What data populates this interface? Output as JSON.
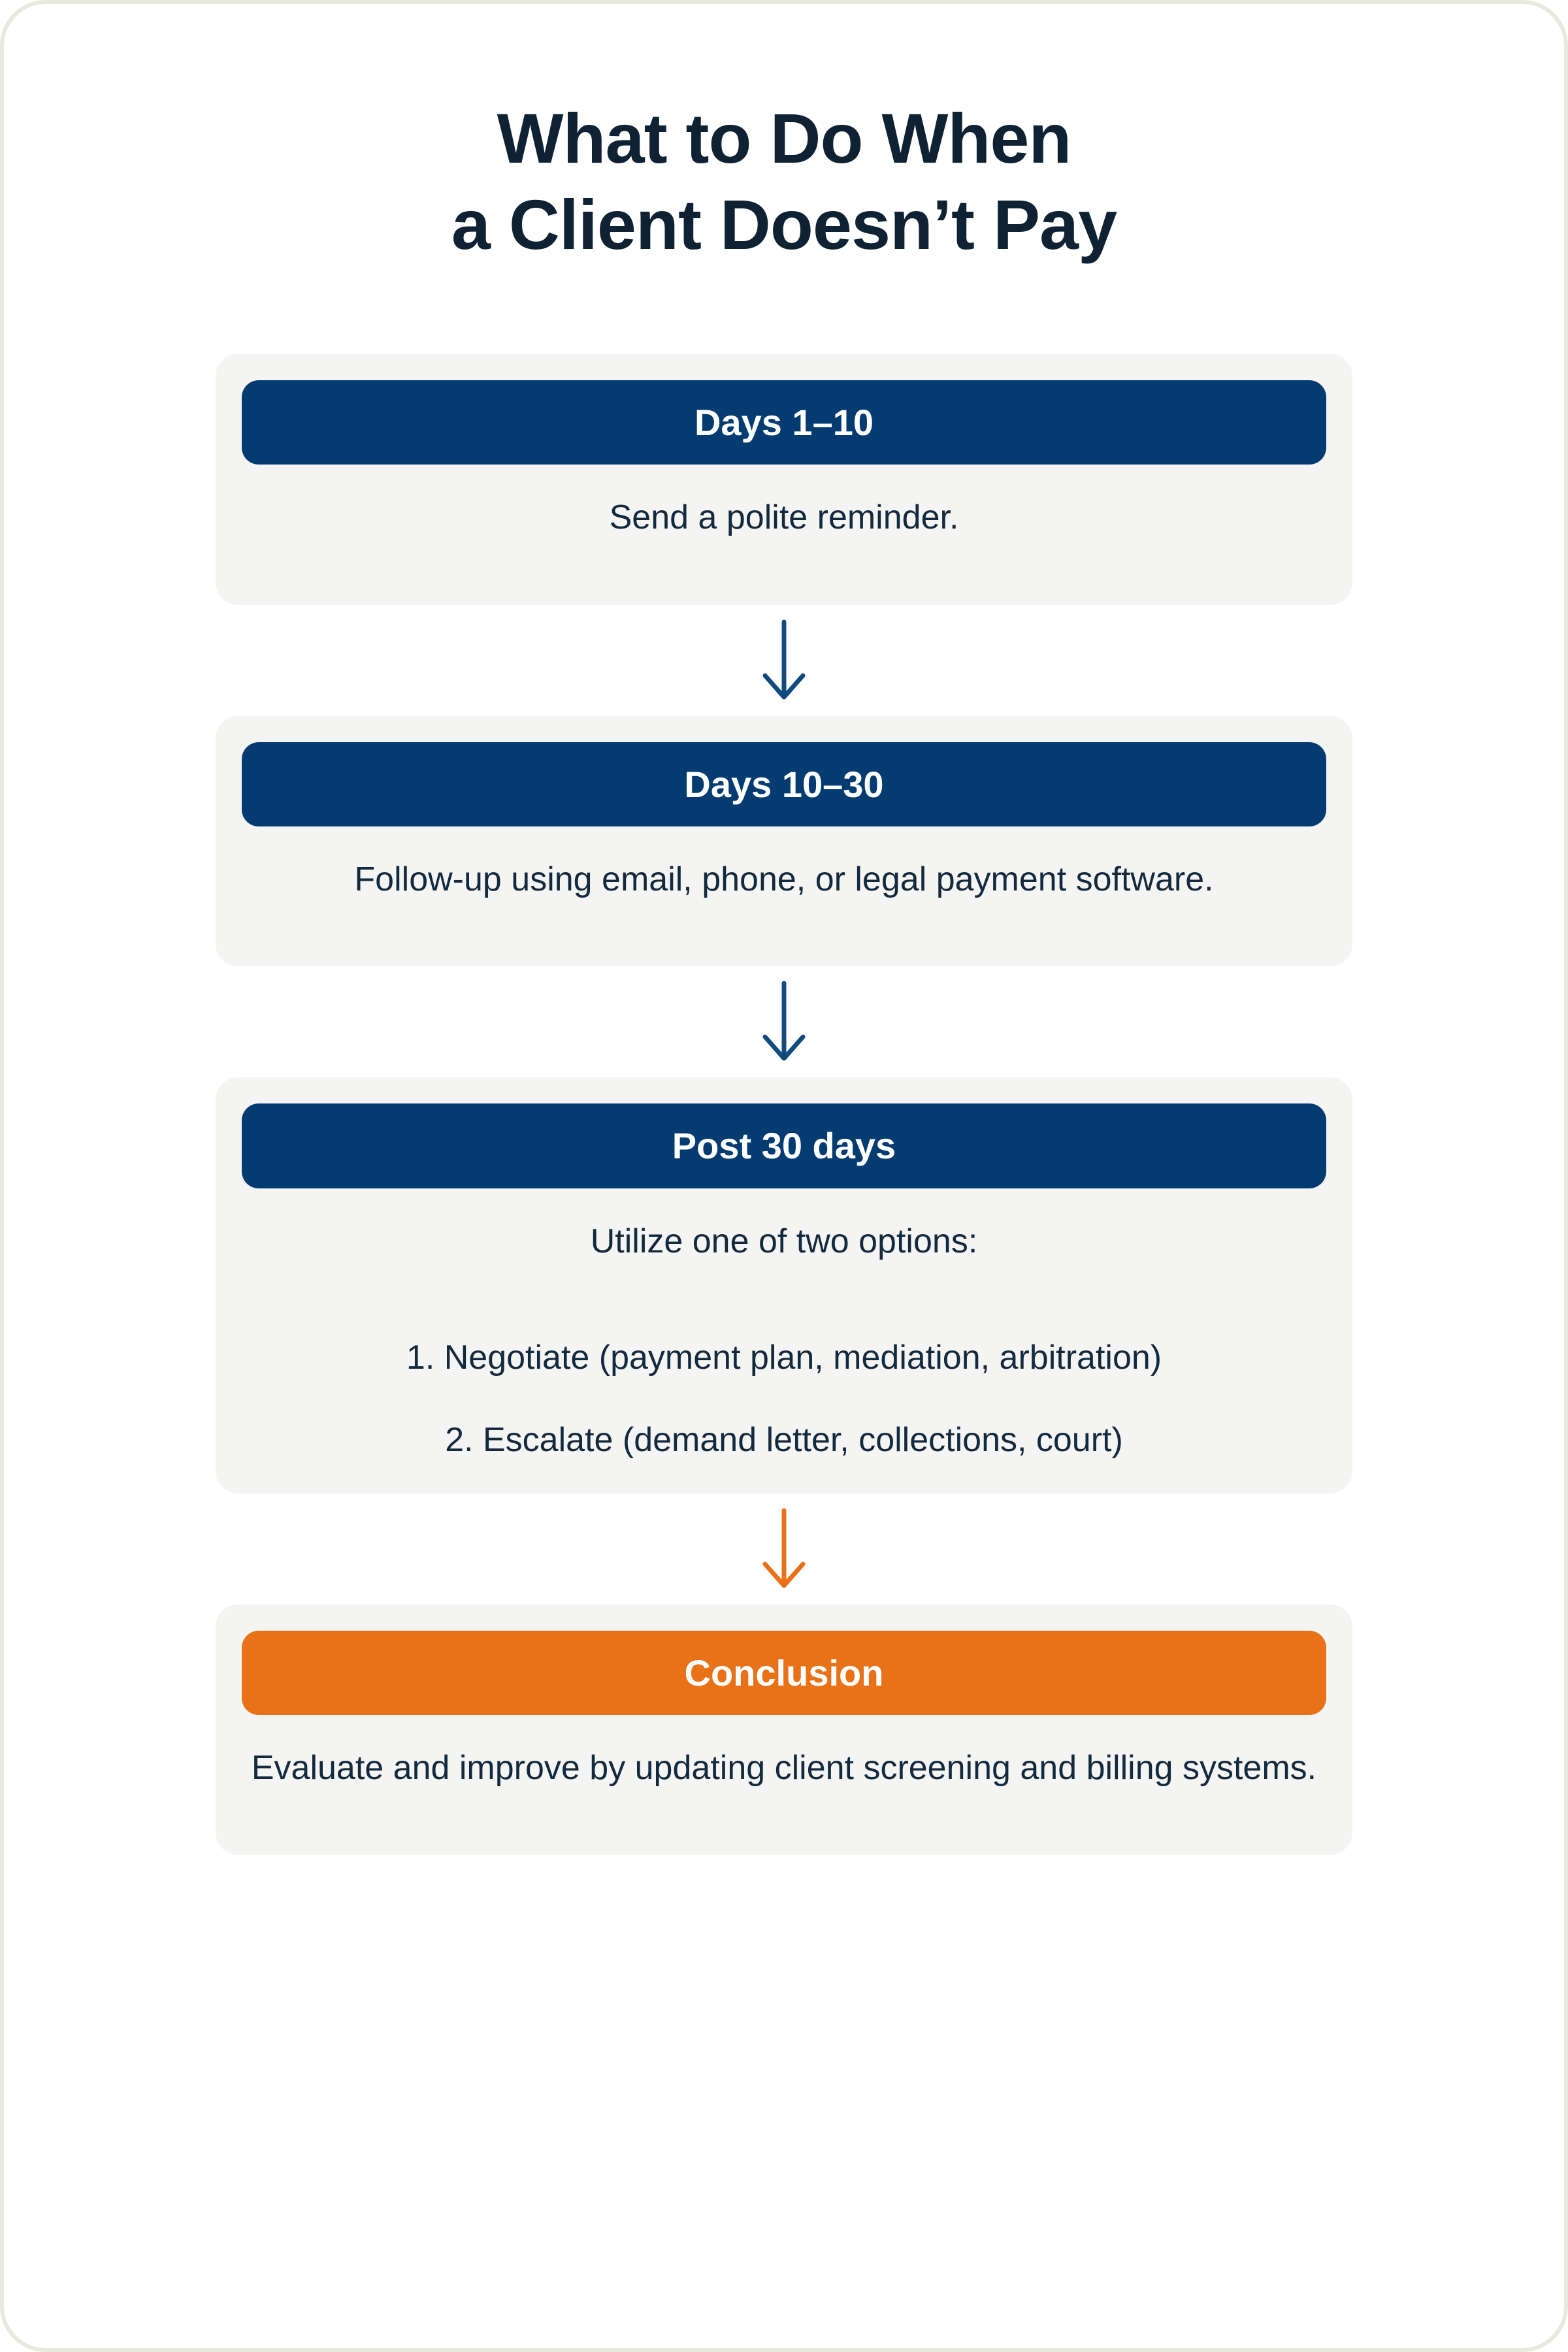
{
  "page": {
    "title_lines": [
      "What to Do When",
      "a Client Doesn’t Pay"
    ]
  },
  "colors": {
    "navy": "#043c72",
    "orange": "#e97219",
    "ink": "#13293d",
    "title_ink": "#0f2233",
    "card_bg": "#f4f4f2",
    "page_bg": "#ffffff",
    "page_border": "#e9e8dd"
  },
  "steps": [
    {
      "header": "Days 1–10",
      "header_color": "navy",
      "body": "Send a polite reminder."
    },
    {
      "header": "Days 10–30",
      "header_color": "navy",
      "body": "Follow-up using email, phone, or legal payment software."
    },
    {
      "header": "Post 30 days",
      "header_color": "navy",
      "lead": "Utilize one of two options:",
      "options": [
        "1. Negotiate (payment plan, mediation, arbitration)",
        "2. Escalate (demand letter, collections, court)"
      ]
    },
    {
      "header": "Conclusion",
      "header_color": "orange",
      "body": "Evaluate and improve by updating client screening and billing systems."
    }
  ],
  "connectors": [
    {
      "icon": "arrow-down-icon",
      "color": "#134a7c"
    },
    {
      "icon": "arrow-down-icon",
      "color": "#134a7c"
    },
    {
      "icon": "arrow-down-icon",
      "color": "#e97219"
    }
  ]
}
